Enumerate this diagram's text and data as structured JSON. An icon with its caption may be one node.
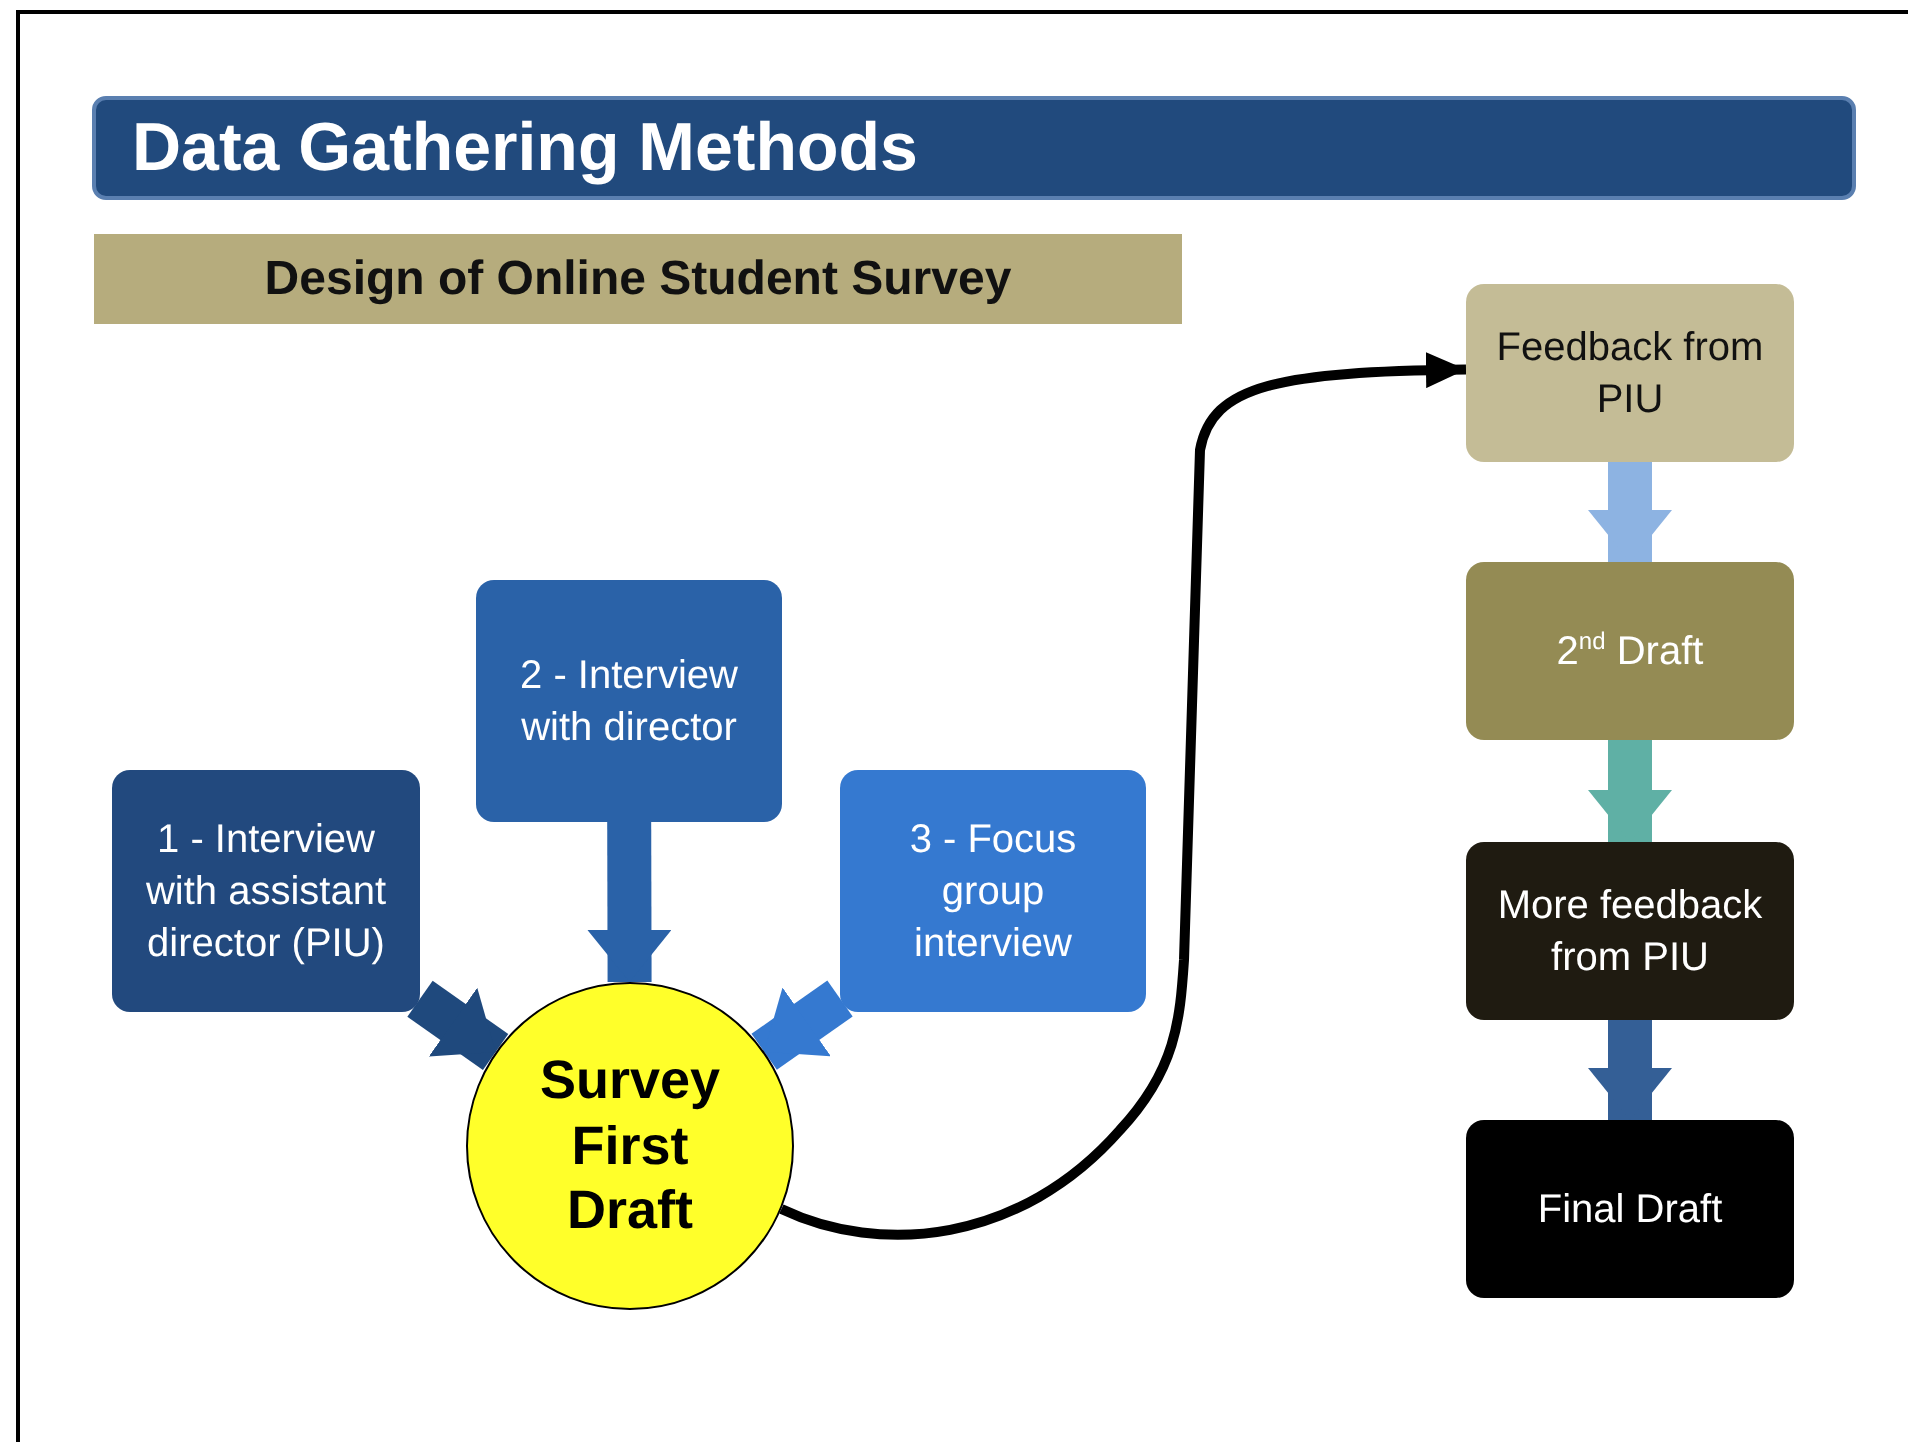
{
  "diagram": {
    "title": "Data Gathering Methods",
    "nodes": [
      {
        "text": [
          "1 - Interview with assistant director (PIU)"
        ]
      },
      {
        "text": [
          "2 - Interview with director"
        ]
      },
      {
        "text": [
          "3 - Focus group interview"
        ]
      },
      {
        "text": [
          "Survey First Draft"
        ]
      },
      {
        "text": [
          "Feedback from PIU"
        ]
      },
      {
        "text": [
          "2$^{nd}$ Draft"
        ]
      },
      {
        "text": [
          "More feedback from PIU"
        ]
      },
      {
        "text": [
          "Final Draft"
        ]
      }
    ],
    "edges": [
      {
        "from": 0,
        "to": 3,
        "arrow": "to",
        "color": "#1f497d"
      },
      {
        "from": 1,
        "to": 3,
        "arrow": "to",
        "color": "#2a62a8"
      },
      {
        "from": 2,
        "to": 3,
        "arrow": "to",
        "color": "#3579d0"
      },
      {
        "from": 3,
        "to": 4,
        "arrow": "to",
        "color": "#000000"
      },
      {
        "from": 4,
        "to": 5,
        "arrow": "to",
        "color": "#8db3e2"
      },
      {
        "from": 5,
        "to": 6,
        "arrow": "to",
        "color": "#5fb0a5"
      },
      {
        "from": 6,
        "to": 7,
        "arrow": "to",
        "color": "#345f96"
      }
    ],
    "labels": [
      "Design of Online Student Survey"
    ]
  }
}
